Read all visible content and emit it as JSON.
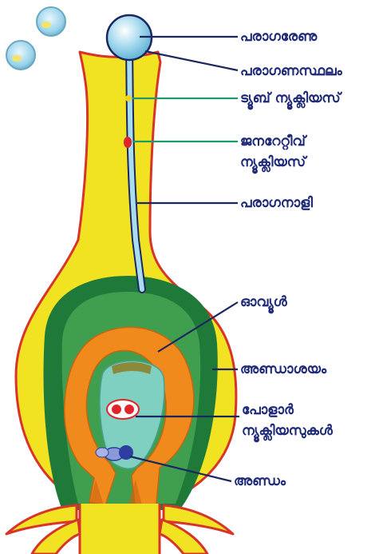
{
  "labels": {
    "pollen_grain": "പരാഗരേണു",
    "stigma": "പരാഗണസ്ഥലം",
    "tube_nucleus": "ട്യൂബ് ന്യൂക്ലിയസ്",
    "generative_nucleus_1": "ജനറേറ്റീവ്",
    "generative_nucleus_2": "ന്യൂക്ലിയസ്",
    "pollen_tube": "പരാഗനാളി",
    "ovule": "ഓവ്യൂൾ",
    "ovary": "അണ്ഡാശയം",
    "polar_nuclei_1": "പോളാർ",
    "polar_nuclei_2": "ന്യൂക്ലിയസുകൾ",
    "egg": "അണ്ഡം"
  },
  "colors": {
    "pistil_fill": "#f1e321",
    "pistil_outline": "#d8342a",
    "ovule_outer": "#1f7a3a",
    "ovule_inner": "#3f9f4f",
    "integument": "#f08a1c",
    "embryo_sac": "#7fd0c0",
    "pollen": "#9fd6ec",
    "pollen_tube": "#a9dcef",
    "tube_nucleus": "#f5d21a",
    "generative_nucleus": "#e0242c",
    "polar_nuclei": "#e0242c",
    "egg": "#2d3da0",
    "leader_dark": "#1b2760",
    "leader_green": "#1f9a6a",
    "label_text": "#1e2a78"
  }
}
